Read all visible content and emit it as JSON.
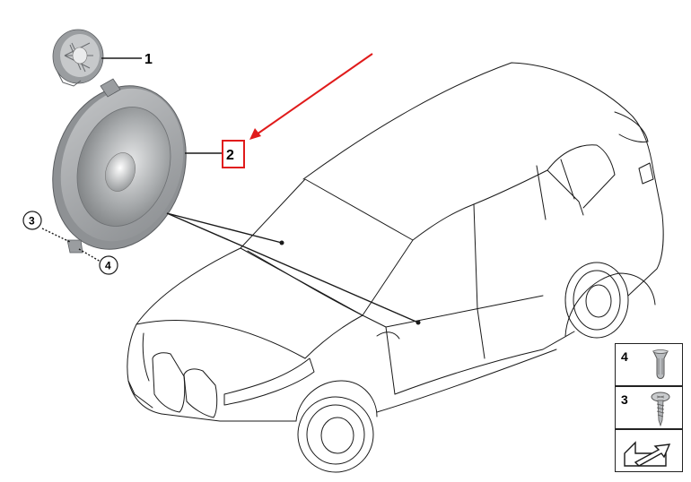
{
  "callouts": {
    "part1": "1",
    "part2": "2",
    "part3": "3",
    "part4": "4"
  },
  "legend": {
    "items": [
      {
        "number": "4",
        "icon": "clip-nut-icon"
      },
      {
        "number": "3",
        "icon": "screw-icon"
      },
      {
        "icon": "arrow-link-icon"
      }
    ]
  },
  "colors": {
    "highlight_red": "#e01b1b",
    "line": "#1a1a1a",
    "speaker_gray": "#a9acae"
  }
}
